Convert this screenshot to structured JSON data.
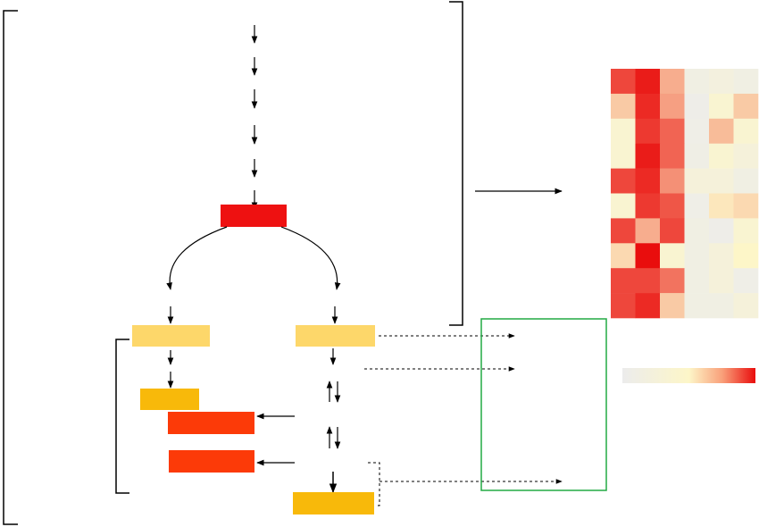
{
  "colors": {
    "top_node": "#ee1111",
    "left_branch_node": "#fdd76a",
    "right_branch_node": "#fdd76a",
    "left_product_node": "#f8b90a",
    "bottom_product_node": "#f8b90a",
    "enzyme_node": "#fc3a08",
    "module_box_border": "#22aa44",
    "bracket": "#000000",
    "arrow": "#000000",
    "colorbar_low": "#ececec",
    "colorbar_mid": "#fdf6c8",
    "colorbar_high": "#e90d0d"
  },
  "heatmap": {
    "rows": 10,
    "cols": 6,
    "values": [
      [
        0.8,
        0.95,
        0.45,
        0.05,
        0.08,
        0.05
      ],
      [
        0.35,
        0.9,
        0.5,
        0.02,
        0.15,
        0.35
      ],
      [
        0.15,
        0.85,
        0.7,
        0.03,
        0.4,
        0.15
      ],
      [
        0.15,
        0.95,
        0.7,
        0.04,
        0.15,
        0.1
      ],
      [
        0.8,
        0.9,
        0.55,
        0.1,
        0.1,
        0.05
      ],
      [
        0.15,
        0.85,
        0.75,
        0.03,
        0.25,
        0.3
      ],
      [
        0.8,
        0.45,
        0.8,
        0.05,
        0.02,
        0.15
      ],
      [
        0.3,
        1.0,
        0.15,
        0.05,
        0.1,
        0.2
      ],
      [
        0.8,
        0.8,
        0.65,
        0.05,
        0.1,
        0.03
      ],
      [
        0.8,
        0.9,
        0.35,
        0.05,
        0.05,
        0.1
      ]
    ]
  }
}
